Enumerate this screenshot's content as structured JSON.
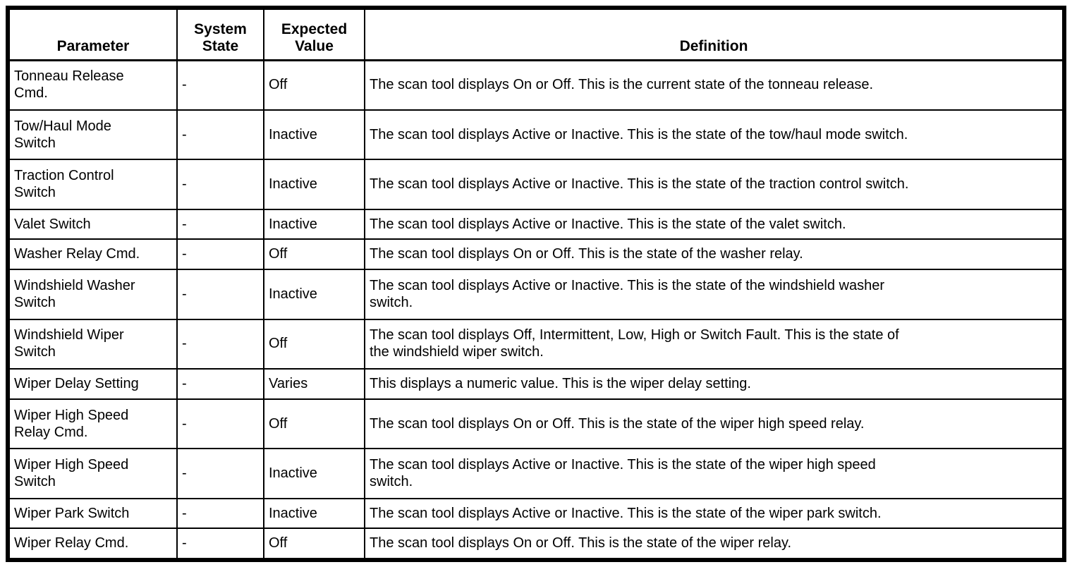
{
  "page": {
    "background_color": "#ffffff",
    "text_color": "#000000",
    "border_color": "#000000"
  },
  "table": {
    "columns": [
      {
        "id": "parameter",
        "label": "Parameter"
      },
      {
        "id": "system_state",
        "label": "System\nState"
      },
      {
        "id": "expected_value",
        "label": "Expected\nValue"
      },
      {
        "id": "definition",
        "label": "Definition"
      }
    ],
    "rows": [
      {
        "parameter": "Tonneau Release\nCmd.",
        "system_state": "-",
        "expected_value": "Off",
        "definition": "The scan tool displays On or Off. This is the current state of the tonneau release."
      },
      {
        "parameter": "Tow/Haul Mode\nSwitch",
        "system_state": "-",
        "expected_value": "Inactive",
        "definition": "The scan tool displays Active or Inactive. This is the state of the tow/haul mode switch."
      },
      {
        "parameter": "Traction Control\nSwitch",
        "system_state": "-",
        "expected_value": "Inactive",
        "definition": "The scan tool displays Active or Inactive. This is the state of the traction control switch."
      },
      {
        "parameter": "Valet Switch",
        "system_state": "-",
        "expected_value": "Inactive",
        "definition": "The scan tool displays Active or Inactive. This is the state of the valet switch."
      },
      {
        "parameter": "Washer Relay Cmd.",
        "system_state": "-",
        "expected_value": "Off",
        "definition": "The scan tool displays On or Off. This is the state of the washer relay."
      },
      {
        "parameter": "Windshield Washer\nSwitch",
        "system_state": "-",
        "expected_value": "Inactive",
        "definition": "The scan tool displays Active or Inactive. This is the state of the windshield washer\nswitch."
      },
      {
        "parameter": "Windshield Wiper\nSwitch",
        "system_state": "-",
        "expected_value": "Off",
        "definition": "The scan tool displays Off, Intermittent, Low, High or Switch Fault. This is the state of\nthe windshield wiper switch."
      },
      {
        "parameter": "Wiper Delay Setting",
        "system_state": "-",
        "expected_value": "Varies",
        "definition": "This displays a numeric value. This is the wiper delay setting."
      },
      {
        "parameter": "Wiper High Speed\nRelay Cmd.",
        "system_state": "-",
        "expected_value": "Off",
        "definition": "The scan tool displays On or Off. This is the state of the wiper high speed relay."
      },
      {
        "parameter": "Wiper High Speed\nSwitch",
        "system_state": "-",
        "expected_value": "Inactive",
        "definition": "The scan tool displays Active or Inactive. This is the state of the wiper high speed\nswitch."
      },
      {
        "parameter": "Wiper Park Switch",
        "system_state": "-",
        "expected_value": "Inactive",
        "definition": "The scan tool displays Active or Inactive. This is the state of the wiper park switch."
      },
      {
        "parameter": "Wiper Relay Cmd.",
        "system_state": "-",
        "expected_value": "Off",
        "definition": "The scan tool displays On or Off. This is the state of the wiper relay."
      }
    ]
  }
}
